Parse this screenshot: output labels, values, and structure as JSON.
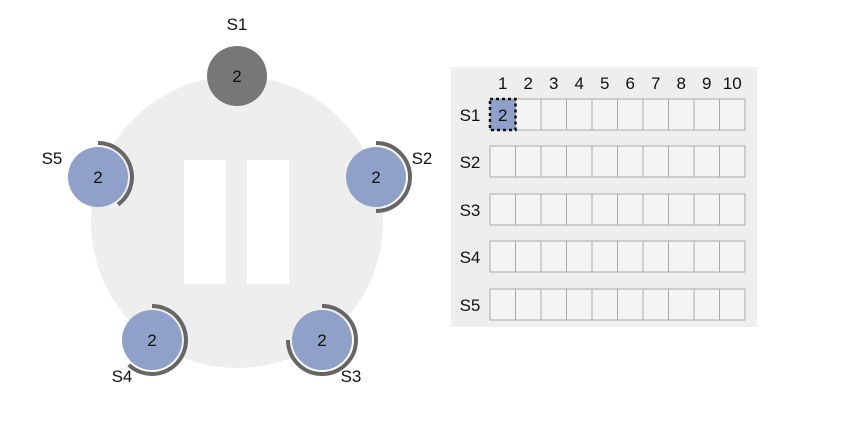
{
  "colors": {
    "ring": "#eeeeee",
    "leader": "#777777",
    "follower": "#8fa1c8",
    "arc": "#666666",
    "panel": "#eeeeee",
    "cell_border": "#aaaaaa"
  },
  "servers": [
    {
      "label": "S1",
      "term": "2",
      "state": "leader",
      "timeout": 0
    },
    {
      "label": "S2",
      "term": "2",
      "state": "follower",
      "timeout": 0.5
    },
    {
      "label": "S3",
      "term": "2",
      "state": "follower",
      "timeout": 0.75
    },
    {
      "label": "S4",
      "term": "2",
      "state": "follower",
      "timeout": 0.62
    },
    {
      "label": "S5",
      "term": "2",
      "state": "follower",
      "timeout": 0.4
    }
  ],
  "paused": true,
  "log": {
    "columns": [
      "1",
      "2",
      "3",
      "4",
      "5",
      "6",
      "7",
      "8",
      "9",
      "10"
    ],
    "rows": [
      {
        "label": "S1",
        "entries": [
          {
            "index": 1,
            "term": "2",
            "selected": true
          }
        ]
      },
      {
        "label": "S2",
        "entries": []
      },
      {
        "label": "S3",
        "entries": []
      },
      {
        "label": "S4",
        "entries": []
      },
      {
        "label": "S5",
        "entries": []
      }
    ]
  }
}
